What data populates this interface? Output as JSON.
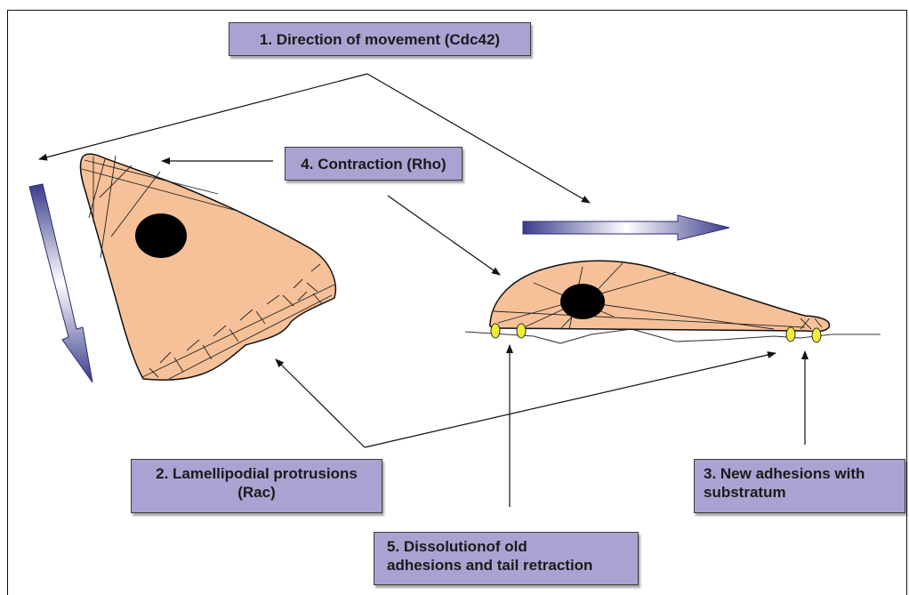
{
  "labels": {
    "direction": "1. Direction of movement (Cdc42)",
    "lamellipodial_line1": "2. Lamellipodial protrusions",
    "lamellipodial_line2": "(Rac)",
    "adhesions_line1": "3. New adhesions with",
    "adhesions_line2": "substratum",
    "contraction": "4. Contraction (Rho)",
    "dissolution_line1": "5. Dissolutionof old",
    "dissolution_line2": "adhesions and tail retraction"
  },
  "colors": {
    "label_fill": "#aaa3d2",
    "cell_fill": "#f6c199",
    "nucleus": "#000000",
    "adhesion": "#f2ec3a",
    "direction_arrow": "#3a3c8c"
  }
}
